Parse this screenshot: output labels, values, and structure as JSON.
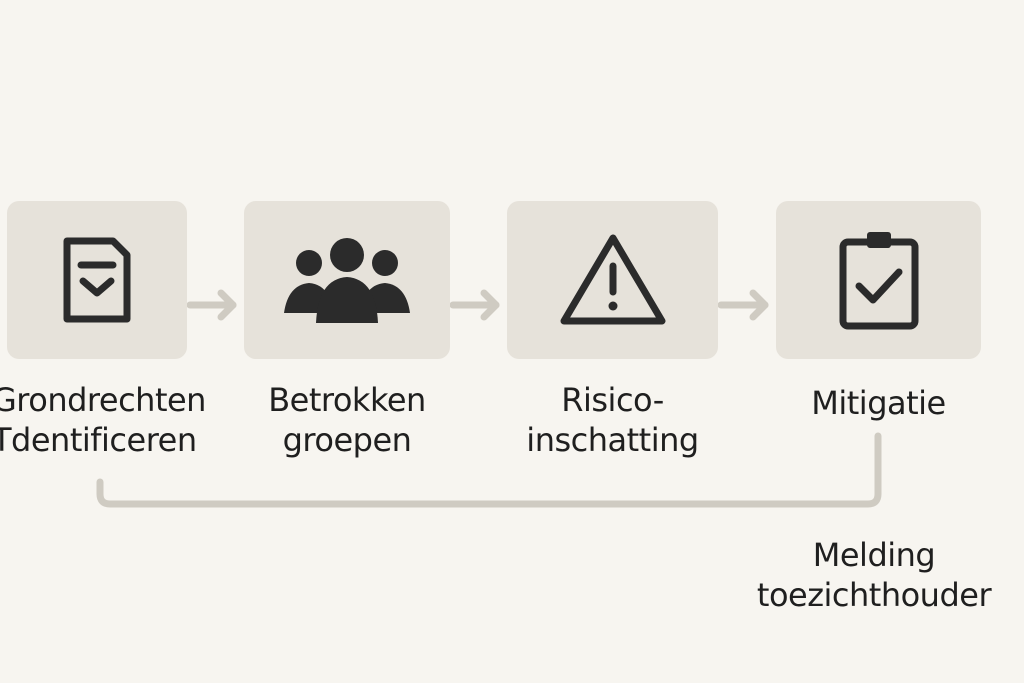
{
  "steps": [
    {
      "line1": "Grondrechten",
      "line2": "Tdentificeren",
      "icon": "document-check-icon"
    },
    {
      "line1": "Betrokken",
      "line2": "groepen",
      "icon": "people-group-icon"
    },
    {
      "line1": "Risico-",
      "line2": "inschatting",
      "icon": "warning-triangle-icon"
    },
    {
      "line1": "Mitigatie",
      "icon": "clipboard-check-icon"
    }
  ],
  "feedback": {
    "line1": "Melding",
    "line2": "toezichthouder"
  },
  "colors": {
    "background": "#f7f5f0",
    "card": "#e6e2da",
    "icon": "#2b2b2b",
    "connector": "#cfcbc2"
  }
}
